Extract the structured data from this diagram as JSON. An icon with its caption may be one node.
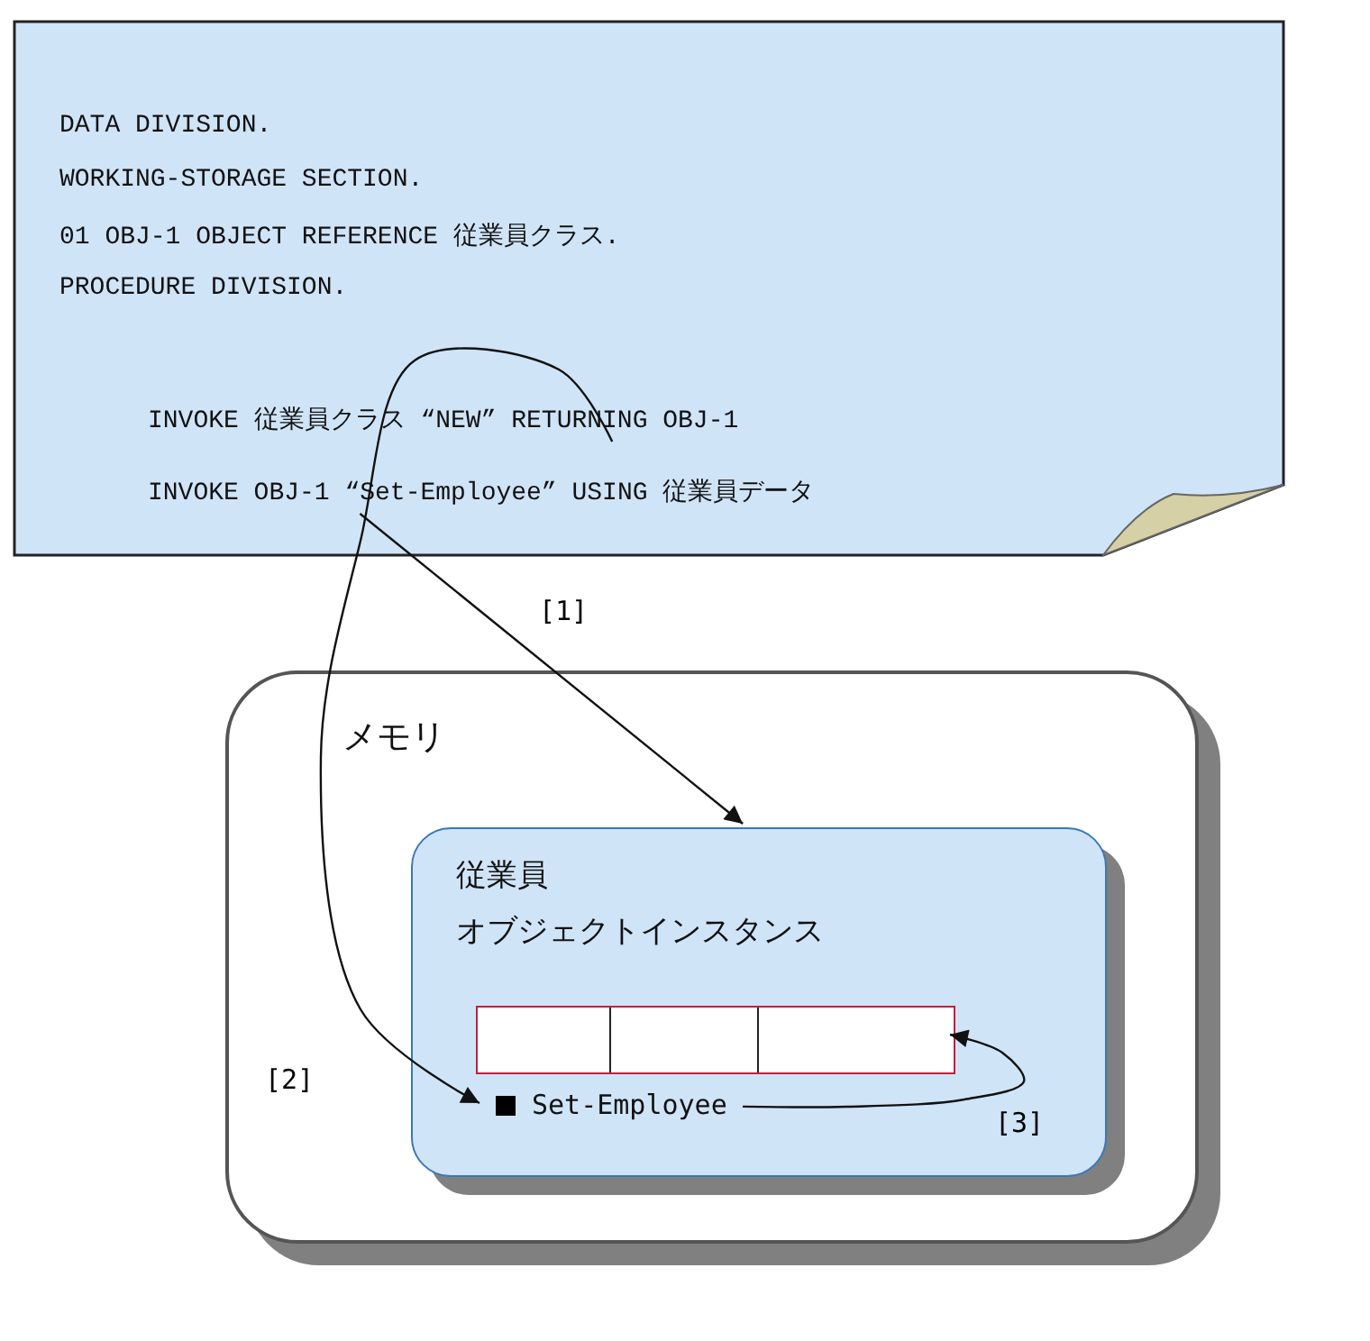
{
  "diagram": {
    "nodes": [
      {
        "text": [
          "DATA DIVISION.",
          "WORKING-STORAGE SECTION.",
          "01 OBJ-1 OBJECT REFERENCE 従業員クラス.",
          "PROCEDURE DIVISION."
        ]
      },
      {
        "text": [
          "INVOKE 従業員クラス “NEW” RETURNING OBJ-1"
        ],
        "in": 0
      },
      {
        "text": [
          "INVOKE OBJ-1 “Set-Employee” USING 従業員データ"
        ],
        "in": 0
      },
      {
        "text": [
          "メモリ"
        ]
      },
      {
        "text": [
          "従業員",
          "オブジェクトインスタンス"
        ],
        "in": 3
      },
      {
        "text": [],
        "shape": "bar",
        "in": 4
      },
      {
        "text": [
          "Set-Employee"
        ],
        "in": 4
      }
    ],
    "edges": [
      {
        "from": 2,
        "to": 4,
        "arrow": "to",
        "label": "[1]"
      },
      {
        "from": 1,
        "to": 6,
        "arrow": "to",
        "label": "[2]"
      },
      {
        "from": 6,
        "to": 5,
        "arrow": "to",
        "label": "[3]"
      }
    ]
  }
}
